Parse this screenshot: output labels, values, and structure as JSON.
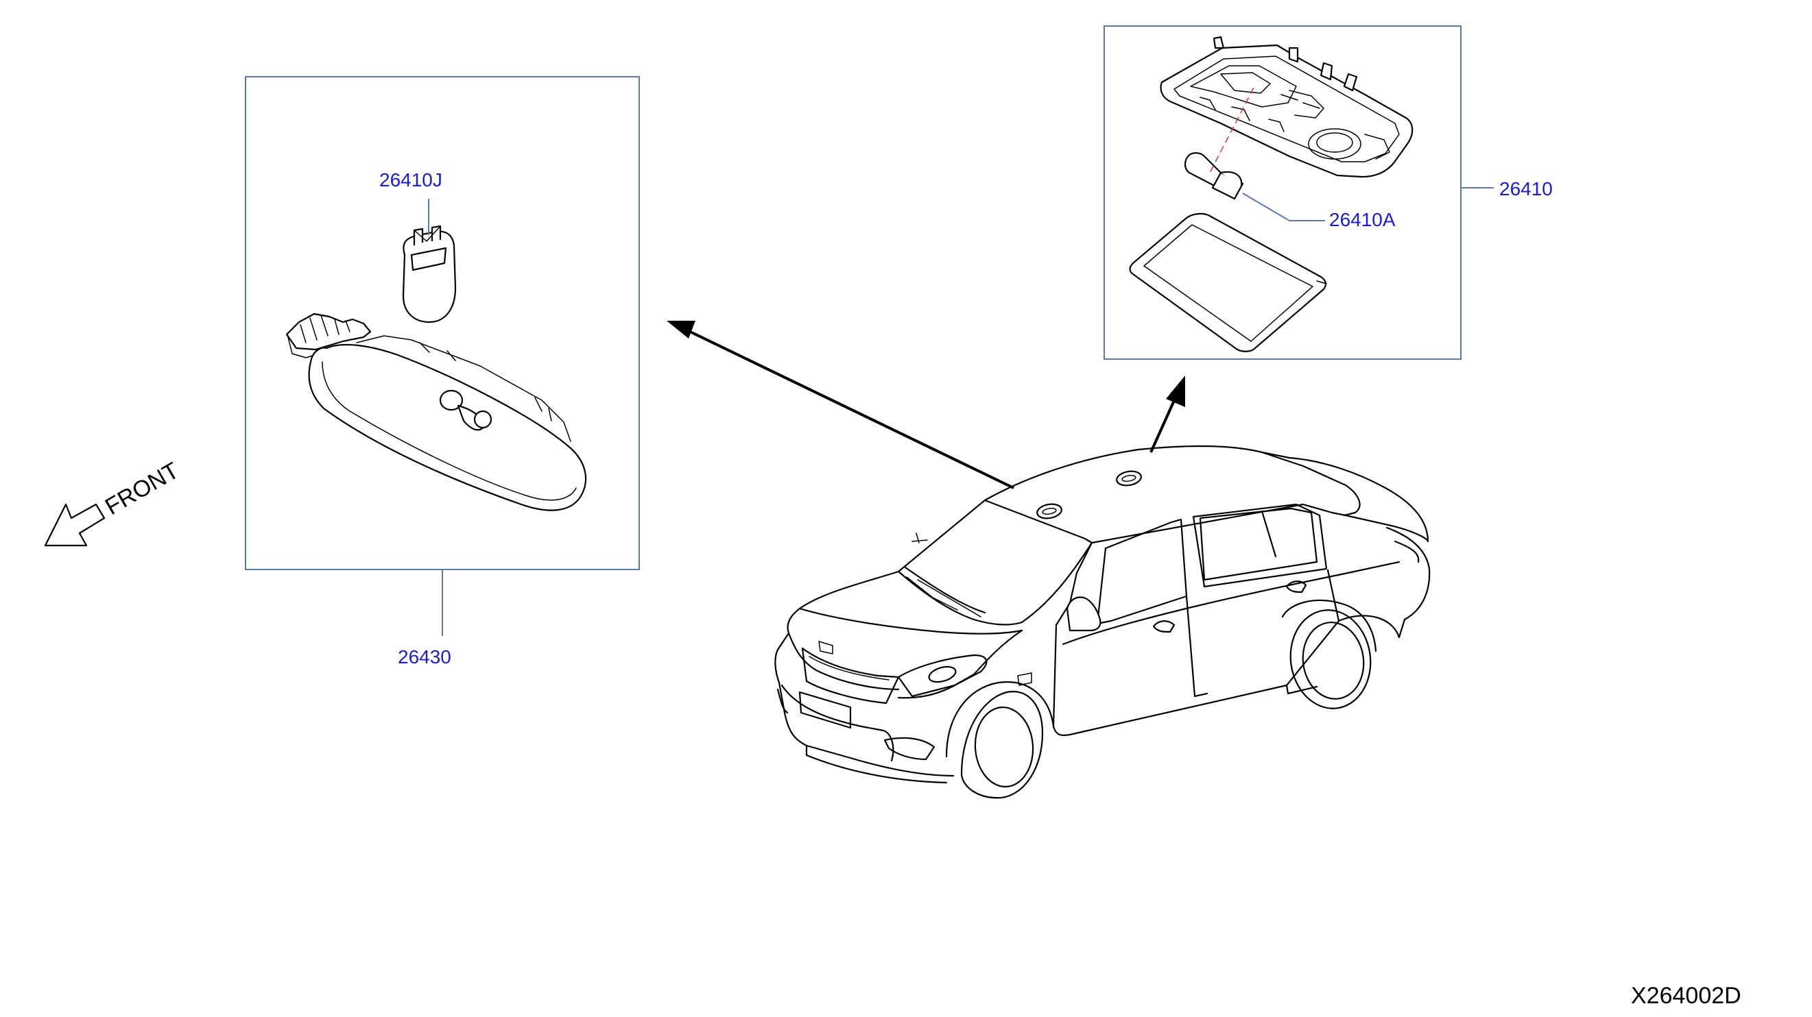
{
  "diagram": {
    "direction_label": "FRONT",
    "diagram_code": "X264002D",
    "parts": {
      "room_lamp_bulb": "26410J",
      "room_lamp_assembly": "26430",
      "map_lamp_assembly": "26410",
      "map_lamp_bulb": "26410A"
    },
    "colors": {
      "part_label": "#1a1adc",
      "callout_box": "#5a78b4",
      "line_art": "#000000",
      "centerline": "#e03030"
    },
    "icons": {
      "direction": "front-arrow-icon"
    }
  }
}
